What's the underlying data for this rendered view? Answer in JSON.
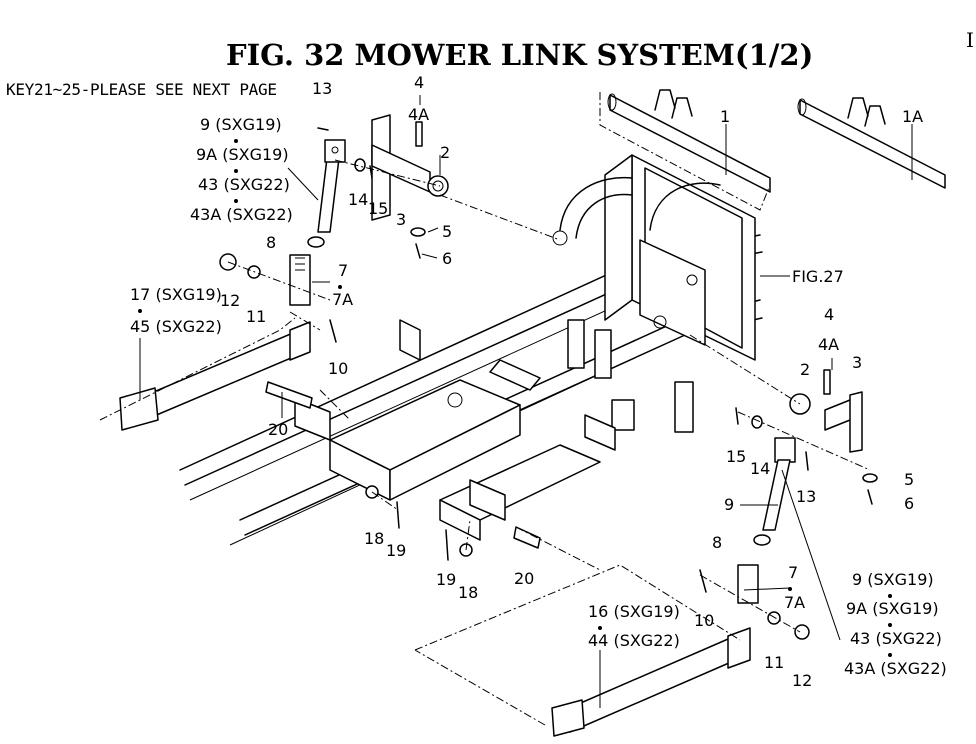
{
  "header": {
    "title": "FIG. 32  MOWER LINK SYSTEM(1/2)",
    "note": "KEY21~25-PLEASE SEE NEXT PAGE",
    "edge_mark": "I"
  },
  "callouts": {
    "k13a": "13",
    "k4a": "4",
    "k4Aa": "4A",
    "k9a": "9 (SXG19)",
    "k9Aa": "9A (SXG19)",
    "k43a": "43 (SXG22)",
    "k43Aa": "43A (SXG22)",
    "k2a": "2",
    "k14a": "14",
    "k15a": "15",
    "k3a": "3",
    "k5a": "5",
    "k6a": "6",
    "k8a": "8",
    "k1": "1",
    "k1A": "1A",
    "kfig27": "FIG.27",
    "k7a": "7",
    "k7Aa": "7A",
    "k17": "17 (SXG19)",
    "k45": "45 (SXG22)",
    "k12a": "12",
    "k11a": "11",
    "k10a": "10",
    "k20a": "20",
    "k18a": "18",
    "k19a": "19",
    "k19b": "19",
    "k18b": "18",
    "k20b": "20",
    "k4b": "4",
    "k4Ab": "4A",
    "k2b": "2",
    "k3b": "3",
    "k15b": "15",
    "k14b": "14",
    "k13b": "13",
    "k5b": "5",
    "k6b": "6",
    "k9b": "9",
    "k8b": "8",
    "k7b": "7",
    "k7Ab": "7A",
    "k10b": "10",
    "k16": "16 (SXG19)",
    "k44": "44 (SXG22)",
    "k11b": "11",
    "k12b": "12",
    "k9c": "9 (SXG19)",
    "k9Ac": "9A (SXG19)",
    "k43c": "43 (SXG22)",
    "k43Ac": "43A (SXG22)"
  }
}
